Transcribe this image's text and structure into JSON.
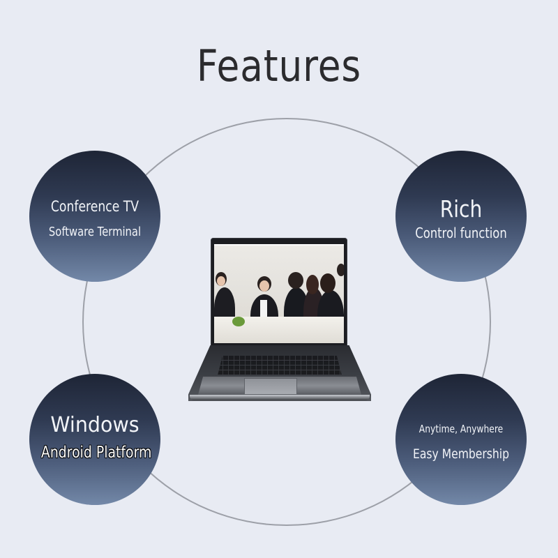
{
  "header": {
    "title": "Features"
  },
  "features": [
    {
      "position": "top-left",
      "line1": "Conference TV",
      "line2": "Software Terminal"
    },
    {
      "position": "top-right",
      "line1": "Rich",
      "line2": "Control function"
    },
    {
      "position": "bottom-left",
      "line1": "Windows",
      "line2": "Android Platform"
    },
    {
      "position": "bottom-right",
      "line1": "Anytime, Anywhere",
      "line2": "Easy Membership"
    }
  ],
  "center_image": {
    "description": "laptop showing business meeting photo",
    "icon": "laptop-icon"
  },
  "colors": {
    "background": "#e8ebf3",
    "title": "#2b2b2e",
    "ring": "#9da0a8",
    "bubble_top": "#1e2536",
    "bubble_bottom": "#7388a8",
    "bubble_text": "#f2f4f8"
  }
}
